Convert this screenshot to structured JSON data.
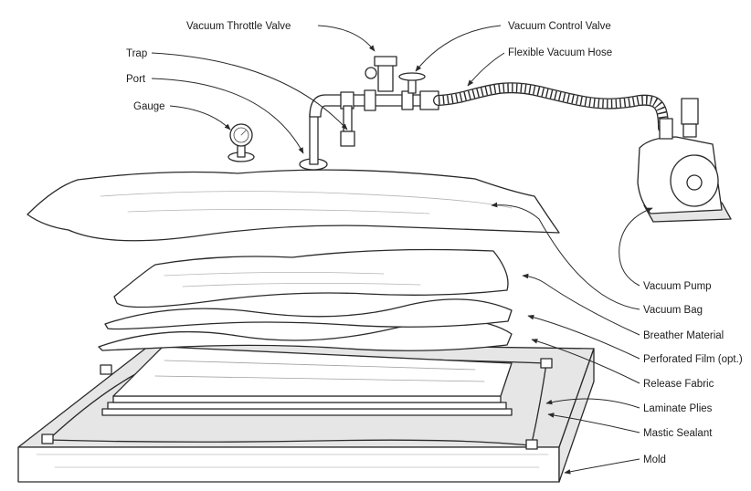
{
  "labels": {
    "vacuum_throttle_valve": "Vacuum Throttle Valve",
    "vacuum_control_valve": "Vacuum Control Valve",
    "flexible_vacuum_hose": "Flexible Vacuum Hose",
    "trap": "Trap",
    "port": "Port",
    "gauge": "Gauge",
    "vacuum_pump": "Vacuum Pump",
    "vacuum_bag": "Vacuum Bag",
    "breather_material": "Breather Material",
    "perforated_film": "Perforated Film (opt.)",
    "release_fabric": "Release Fabric",
    "laminate_plies": "Laminate Plies",
    "mastic_sealant": "Mastic Sealant",
    "mold": "Mold"
  }
}
